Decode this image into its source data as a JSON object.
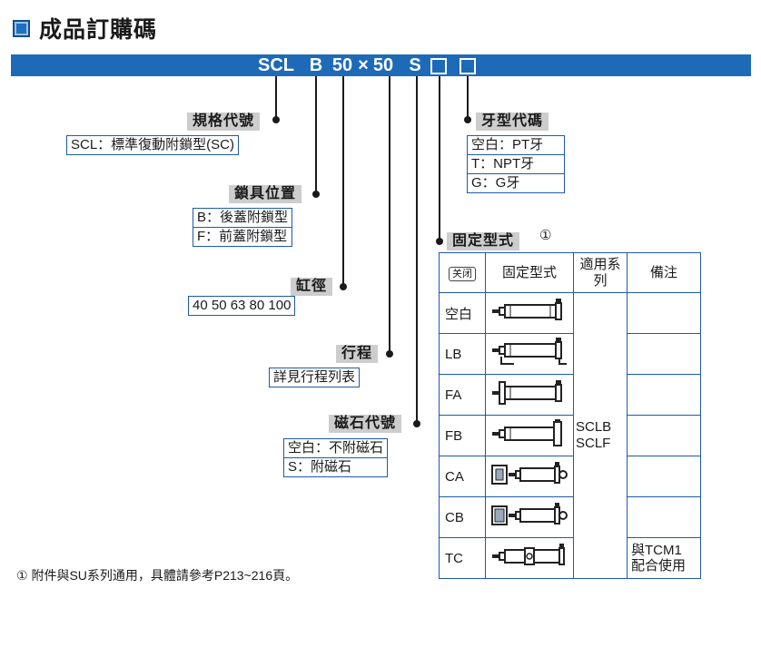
{
  "page": {
    "title": "成品訂購碼",
    "order_code": {
      "s1": "SCL",
      "s2": "B",
      "s3": "50",
      "s4": "×",
      "s5": "50",
      "s6": "S"
    },
    "colors": {
      "bar_blue": "#1d6ab8",
      "box_border": "#1e5aa8",
      "label_bg": "#cdcdcd"
    }
  },
  "groups": {
    "spec": {
      "label": "規格代號",
      "options": [
        "SCL：標準復動附鎖型(SC)"
      ]
    },
    "lock": {
      "label": "鎖具位置",
      "options": [
        "B：後蓋附鎖型",
        "F：前蓋附鎖型"
      ]
    },
    "bore": {
      "label": "缸徑",
      "options": [
        "40  50  63  80  100"
      ]
    },
    "stroke": {
      "label": "行程",
      "options": [
        "詳見行程列表"
      ]
    },
    "magnet": {
      "label": "磁石代號",
      "options": [
        "空白：不附磁石",
        "S：附磁石"
      ]
    },
    "thread": {
      "label": "牙型代碼",
      "options": [
        "空白：PT牙",
        "T：NPT牙",
        "G：G牙"
      ]
    }
  },
  "mount": {
    "label": "固定型式",
    "note_mark": "①",
    "headers": {
      "tag": "关闭",
      "type": "固定型式",
      "applies": "適用系列",
      "remark": "備注"
    },
    "rows": [
      {
        "code": "空白",
        "icon": "cylinder-basic-icon"
      },
      {
        "code": "LB",
        "icon": "cylinder-foot-icon"
      },
      {
        "code": "FA",
        "icon": "cylinder-front-flange-icon"
      },
      {
        "code": "FB",
        "icon": "cylinder-rear-flange-icon"
      },
      {
        "code": "CA",
        "icon": "cylinder-single-clevis-icon"
      },
      {
        "code": "CB",
        "icon": "cylinder-double-clevis-icon"
      },
      {
        "code": "TC",
        "icon": "cylinder-trunnion-icon"
      }
    ],
    "series_lines": [
      "SCLB",
      "SCLF"
    ],
    "tc_remark_lines": [
      "與TCM1",
      "配合使用"
    ]
  },
  "footnote": {
    "mark": "①",
    "text": "附件與SU系列通用，具體請參考P213~216頁。"
  }
}
